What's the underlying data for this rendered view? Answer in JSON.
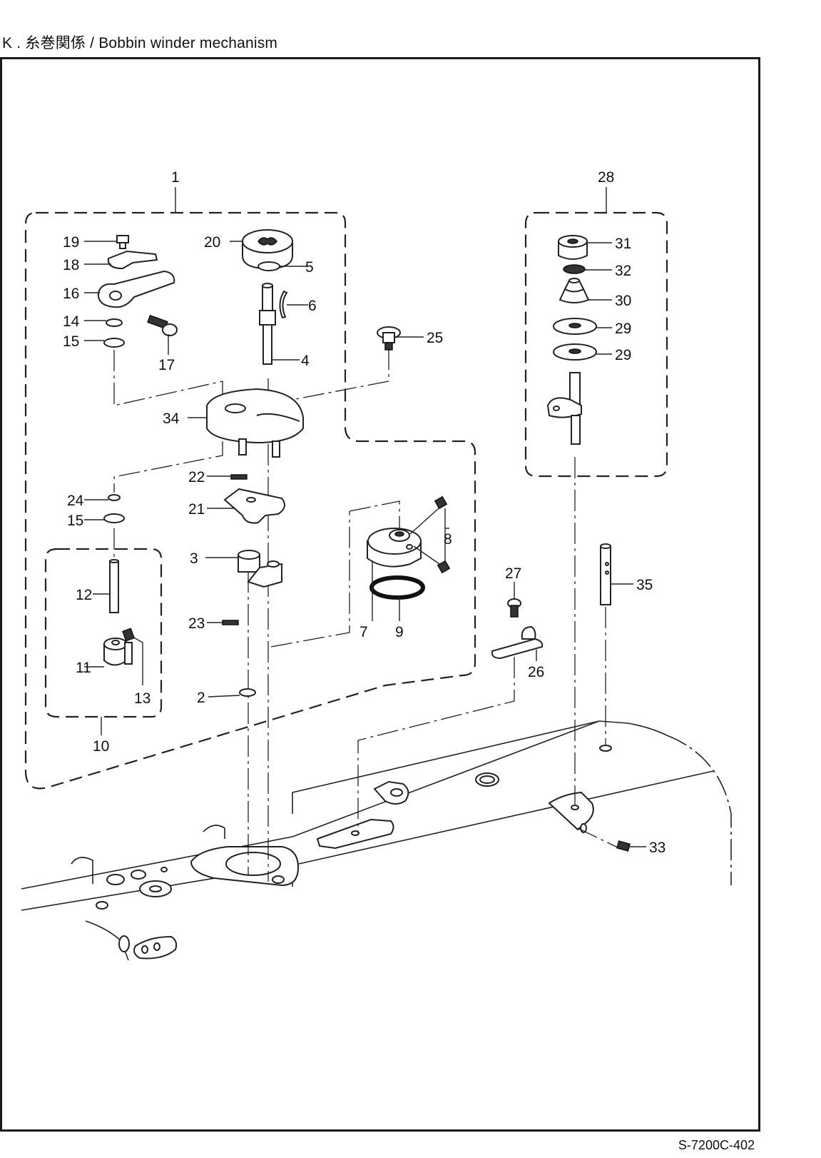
{
  "header": {
    "title": "K . 糸巻関係 / Bobbin winder mechanism"
  },
  "footer": {
    "page_code": "S-7200C-402"
  },
  "callouts": {
    "c1": "1",
    "c2": "2",
    "c3": "3",
    "c4": "4",
    "c5": "5",
    "c6": "6",
    "c7": "7",
    "c8": "8",
    "c9": "9",
    "c10": "10",
    "c11": "11",
    "c12": "12",
    "c13": "13",
    "c14": "14",
    "c15a": "15",
    "c15b": "15",
    "c16": "16",
    "c17": "17",
    "c18": "18",
    "c19": "19",
    "c20": "20",
    "c21": "21",
    "c22": "22",
    "c23": "23",
    "c24": "24",
    "c25": "25",
    "c26": "26",
    "c27": "27",
    "c28": "28",
    "c29a": "29",
    "c29b": "29",
    "c30": "30",
    "c31": "31",
    "c32": "32",
    "c33": "33",
    "c34": "34",
    "c35": "35"
  }
}
